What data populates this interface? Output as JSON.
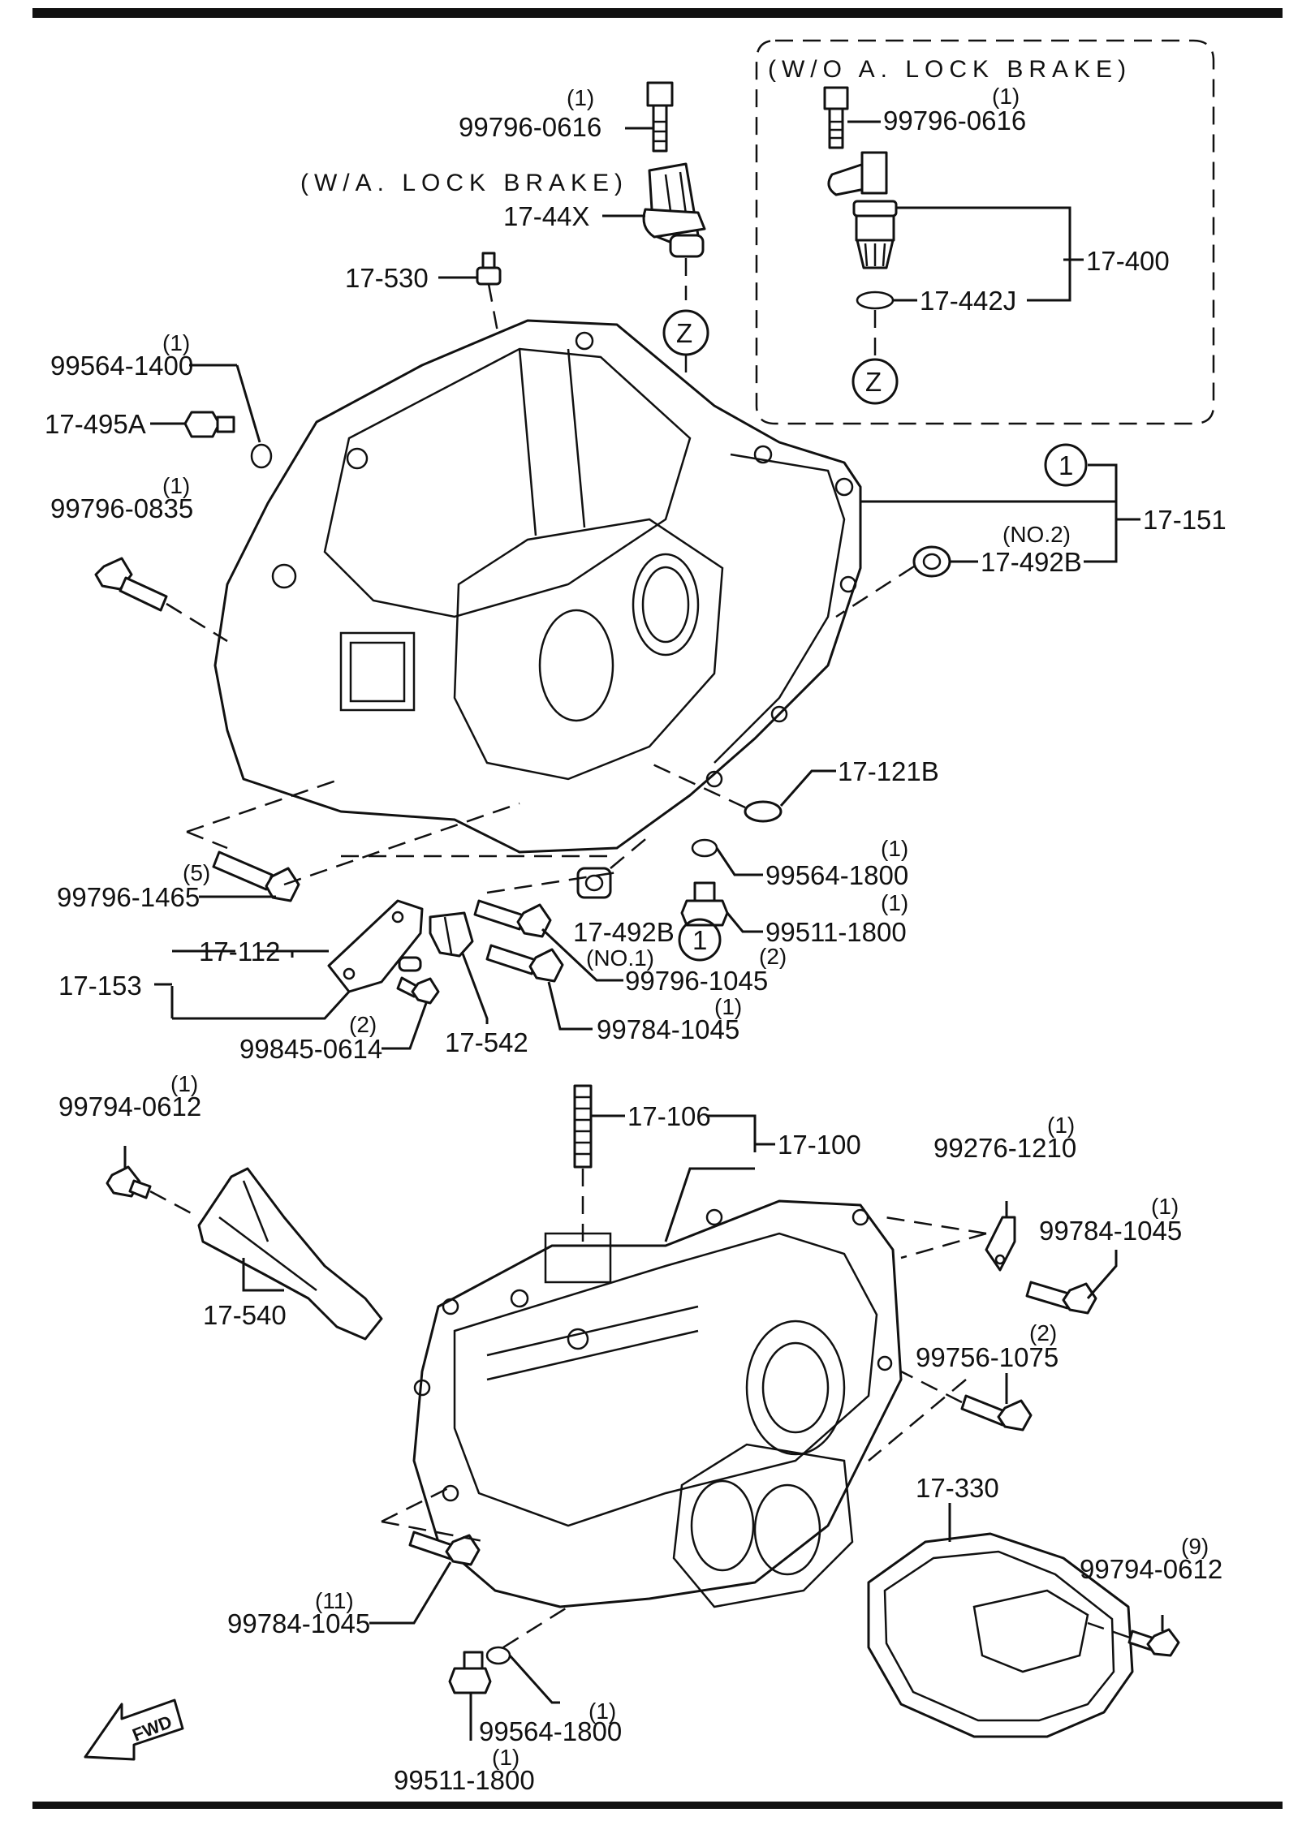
{
  "diagram": {
    "inset": {
      "note": "(W/O  A. LOCK  BRAKE)",
      "bolt_qty": "(1)",
      "bolt_part": "99796-0616",
      "sensor_assy": "17-400",
      "oring": "17-442J",
      "ref_letter": "Z"
    },
    "top": {
      "note": "(W/A. LOCK  BRAKE)",
      "bolt_qty": "(1)",
      "bolt_part": "99796-0616",
      "sensor": "17-44X",
      "breather": "17-530",
      "ref_letter": "Z"
    },
    "clutch_housing": {
      "assy": "17-151",
      "assy_ref": "1",
      "seal_no2_note": "(NO.2)",
      "seal_no2": "17-492B",
      "seal_no1": "17-492B",
      "seal_no1_note": "(NO.1)",
      "seal_no1_ref": "1",
      "washer_left_qty": "(1)",
      "washer_left": "99564-1400",
      "plug_left": "17-495A",
      "bolt_left_qty": "(1)",
      "bolt_left": "99796-0835",
      "magnet": "17-121B",
      "washer_qty": "(1)",
      "washer": "99564-1800",
      "plug_qty": "(1)",
      "plug": "99511-1800",
      "plug_ref": "1",
      "bolt_lower_qty": "(5)",
      "bolt_lower": "99796-1465"
    },
    "bracket": {
      "assy": "17-153",
      "plate": "17-112",
      "clip": "17-542",
      "bolt1_qty": "(2)",
      "bolt1": "99796-1045",
      "bolt2_qty": "(1)",
      "bolt2": "99784-1045",
      "bolt3_qty": "(2)",
      "bolt3": "99845-0614"
    },
    "trans_case": {
      "assy": "17-100",
      "stud": "17-106",
      "shield_bolt_qty": "(1)",
      "shield_bolt": "99794-0612",
      "shield": "17-540",
      "hook_qty": "(1)",
      "hook": "99276-1210",
      "bolt_right_qty": "(1)",
      "bolt_right": "99784-1045",
      "bolt_mid_qty": "(2)",
      "bolt_mid": "99756-1075",
      "cover": "17-330",
      "cover_bolt_qty": "(9)",
      "cover_bolt": "99794-0612",
      "case_bolt_qty": "(11)",
      "case_bolt": "99784-1045",
      "washer_qty": "(1)",
      "washer": "99564-1800",
      "plug_qty": "(1)",
      "plug": "99511-1800"
    },
    "fwd": "FWD"
  }
}
